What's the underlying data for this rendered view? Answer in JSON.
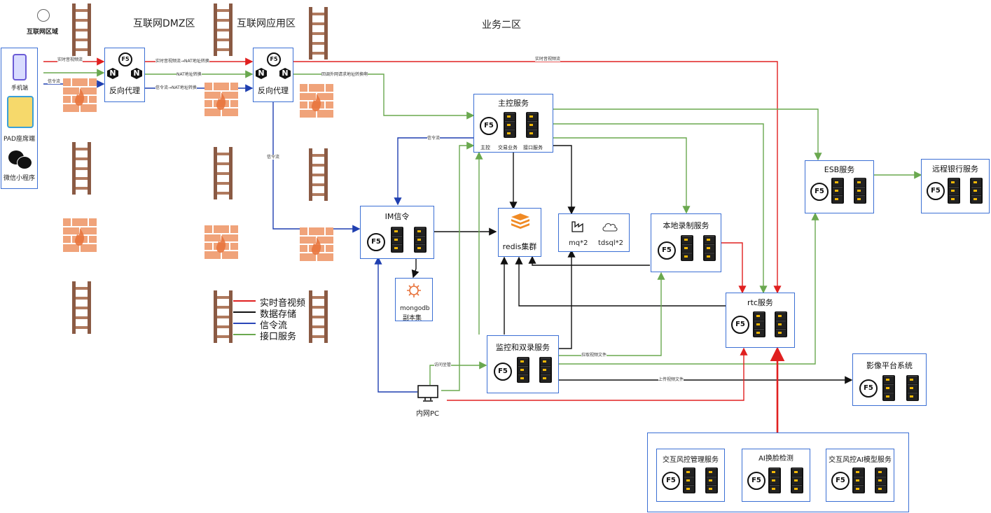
{
  "zones": {
    "internet": "互联网区域",
    "dmz": "互联网DMZ区",
    "app": "互联网应用区",
    "biz2": "业务二区"
  },
  "clients": {
    "phone": "手机端",
    "pad": "PAD座席端",
    "wechat": "微信小程序"
  },
  "proxy": {
    "dmz_label": "反向代理",
    "app_label": "反向代理"
  },
  "main_ctrl": {
    "title": "主控服务",
    "sub1": "主控",
    "sub2": "交易业务",
    "sub3": "接口服务"
  },
  "im": {
    "title": "IM信令"
  },
  "redis": {
    "title": "redis集群"
  },
  "mq": {
    "mq": "mq*2",
    "tdsql": "tdsql*2"
  },
  "mongodb": {
    "line1": "mongodb",
    "line2": "副本集"
  },
  "local_rec": {
    "title": "本地录制服务"
  },
  "esb": {
    "title": "ESB服务"
  },
  "remote_bank": {
    "title": "远程银行服务"
  },
  "rtc": {
    "title": "rtc服务"
  },
  "monitor": {
    "title": "监控和双录服务"
  },
  "image": {
    "title": "影像平台系统"
  },
  "pc": {
    "title": "内网PC"
  },
  "risk": {
    "mgmt": "交互风控管理服务",
    "ai_face": "AI换脸检测",
    "ai_model": "交互风控AI模型服务"
  },
  "flow_labels": {
    "rt_av1": "实时音视频流",
    "rt_av_nat": "实时音视频流→NAT地址转换",
    "nat": "NAT地址转换",
    "sig": "信令流",
    "sig_nat": "信令流→NAT地址转换",
    "rt_av_top": "实时音视频流",
    "api_nat": "回调外网请求地址转换啊",
    "sig_main": "信令流",
    "sig_vert": "信令流",
    "pull_video": "拉取视频文件",
    "upload_video": "上传视频文件",
    "access": "访问坐管"
  },
  "legend": [
    {
      "label": "实时音视频",
      "color": "#e02020"
    },
    {
      "label": "数据存储",
      "color": "#111111"
    },
    {
      "label": "信令流",
      "color": "#2a46b8"
    },
    {
      "label": "接口服务",
      "color": "#6aa84f"
    }
  ],
  "colors": {
    "red": "#e02020",
    "black": "#111111",
    "blue": "#1f3fb0",
    "green": "#6aa84f",
    "box_border": "#3b6fd4"
  }
}
